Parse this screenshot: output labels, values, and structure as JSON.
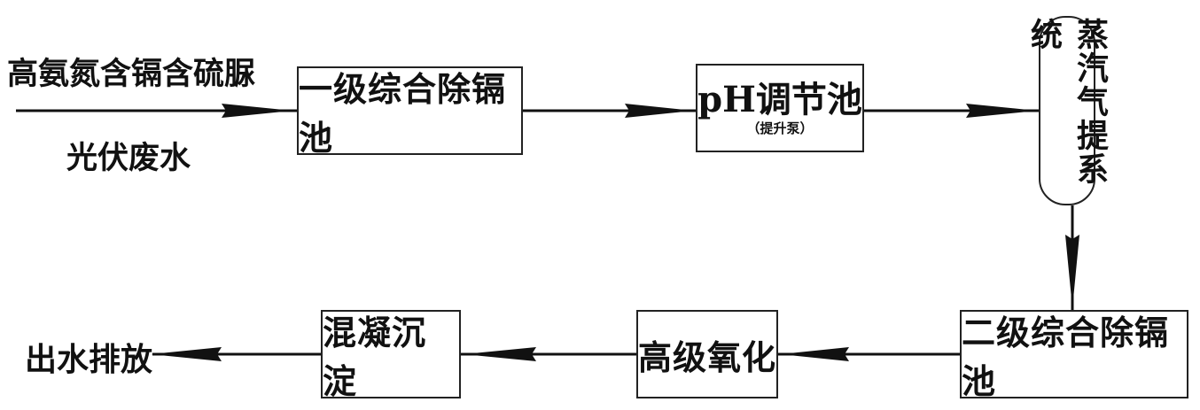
{
  "input": {
    "line1": "高氨氮含镉含硫脲",
    "line2": "光伏废水"
  },
  "stages": {
    "primary": "一级综合除镉池",
    "ph_main": "pH调节池",
    "ph_sub": "（提升泵）",
    "stripping": "蒸汽气提系统",
    "secondary": "二级综合除镉池",
    "oxidation": "高级氧化",
    "coagulation": "混凝沉淀",
    "discharge": "出水排放"
  }
}
